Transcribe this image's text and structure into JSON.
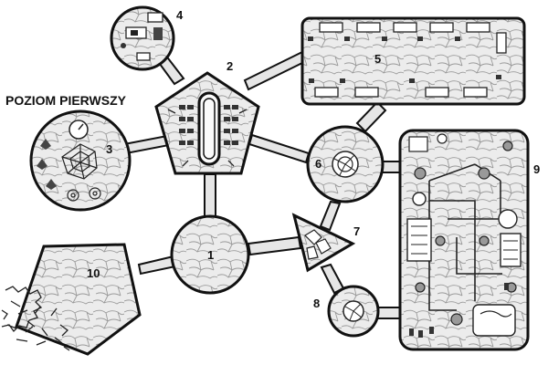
{
  "map": {
    "title": "POZIOM PIERWSZY",
    "rooms": [
      {
        "number": "1",
        "shape": "circle"
      },
      {
        "number": "2",
        "shape": "pentagon"
      },
      {
        "number": "3",
        "shape": "circle"
      },
      {
        "number": "4",
        "shape": "circle"
      },
      {
        "number": "5",
        "shape": "rectangle"
      },
      {
        "number": "6",
        "shape": "circle"
      },
      {
        "number": "7",
        "shape": "triangle"
      },
      {
        "number": "8",
        "shape": "circle"
      },
      {
        "number": "9",
        "shape": "rectangle"
      },
      {
        "number": "10",
        "shape": "pentagon"
      }
    ],
    "colors": {
      "line": "#111111",
      "floor": "#e9e9e9",
      "paper": "#ffffff"
    }
  }
}
